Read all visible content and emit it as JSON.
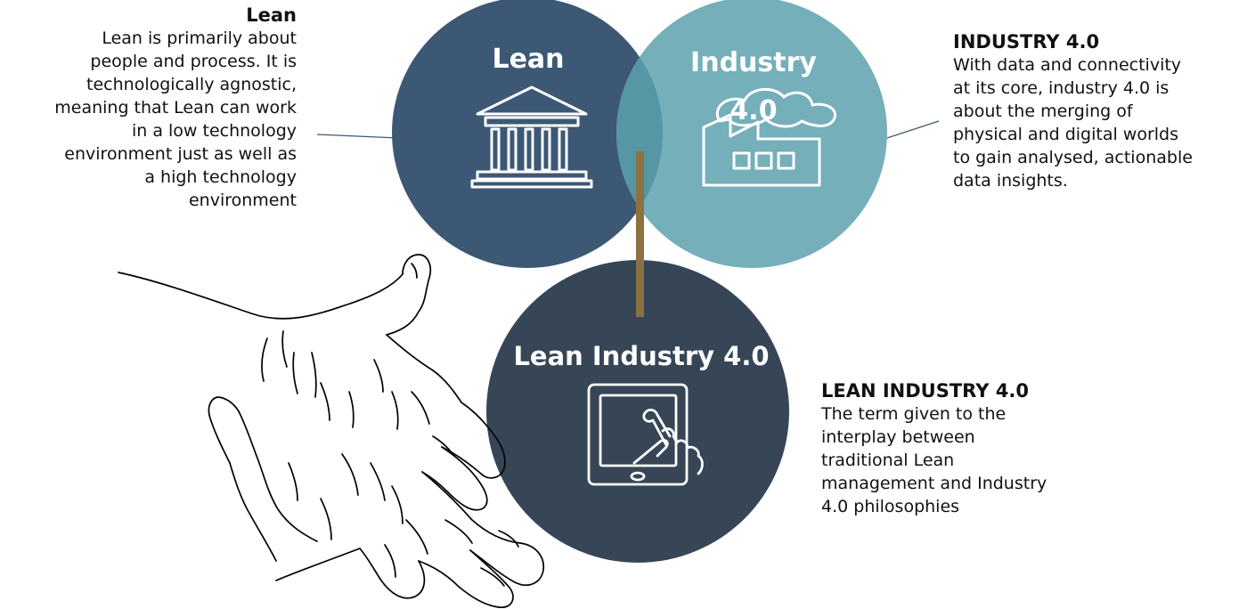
{
  "circles": {
    "lean": {
      "label": "Lean",
      "color": "#3c5874",
      "icon": "bank-building-icon"
    },
    "industry": {
      "label_line1": "Industry",
      "label_line2": "4.0",
      "color": "#74afba",
      "icon": "factory-cloud-icon"
    },
    "overlap_color": "#5796a5",
    "lean_industry": {
      "label": "Lean Industry 4.0",
      "color": "#364656",
      "icon": "tablet-touch-icon"
    }
  },
  "connector_color": "#8b7240",
  "descriptions": {
    "lean": {
      "title": "Lean",
      "lines": [
        "Lean is primarily about",
        "people and process. It is",
        "technologically agnostic,",
        "meaning that Lean can work",
        "in a low technology",
        "environment just as well as",
        "a high technology",
        "environment"
      ]
    },
    "industry": {
      "title": "INDUSTRY 4.0",
      "lines": [
        "With data and connectivity",
        "at its core, industry 4.0 is",
        "about the merging of",
        "physical and digital worlds",
        "to gain analysed, actionable",
        "data insights."
      ]
    },
    "lean_industry": {
      "title": "LEAN INDUSTRY 4.0",
      "lines": [
        "The term given to the",
        "interplay between",
        "traditional Lean",
        "management and Industry",
        "4.0 philosophies"
      ]
    }
  },
  "hand_icon": "open-hand-icon"
}
